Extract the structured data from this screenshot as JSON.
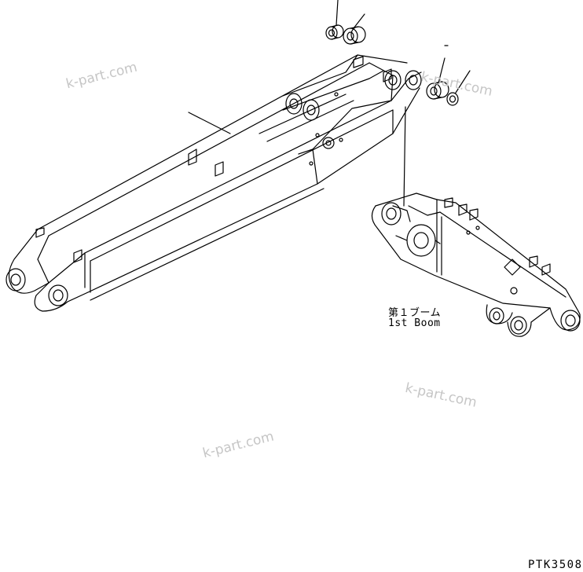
{
  "labels": {
    "japanese": "第１ブーム",
    "english": "1st Boom",
    "code": "PTK3508"
  },
  "watermark": {
    "text": "k-part.com",
    "color": "#c6c6c6"
  }
}
